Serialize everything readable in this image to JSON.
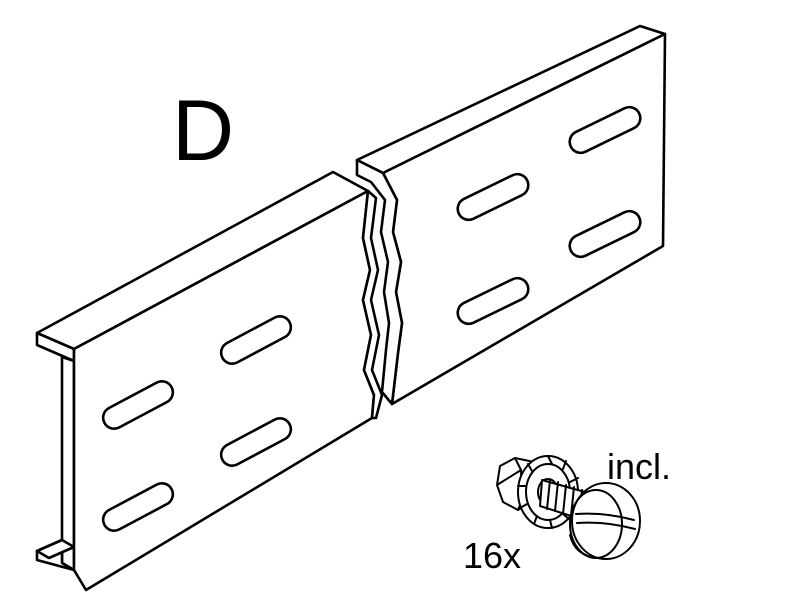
{
  "part_letter": "D",
  "hardware": {
    "quantity": "16x",
    "included_note": "incl."
  },
  "line_color": "#000000",
  "fill_color": "#ffffff"
}
